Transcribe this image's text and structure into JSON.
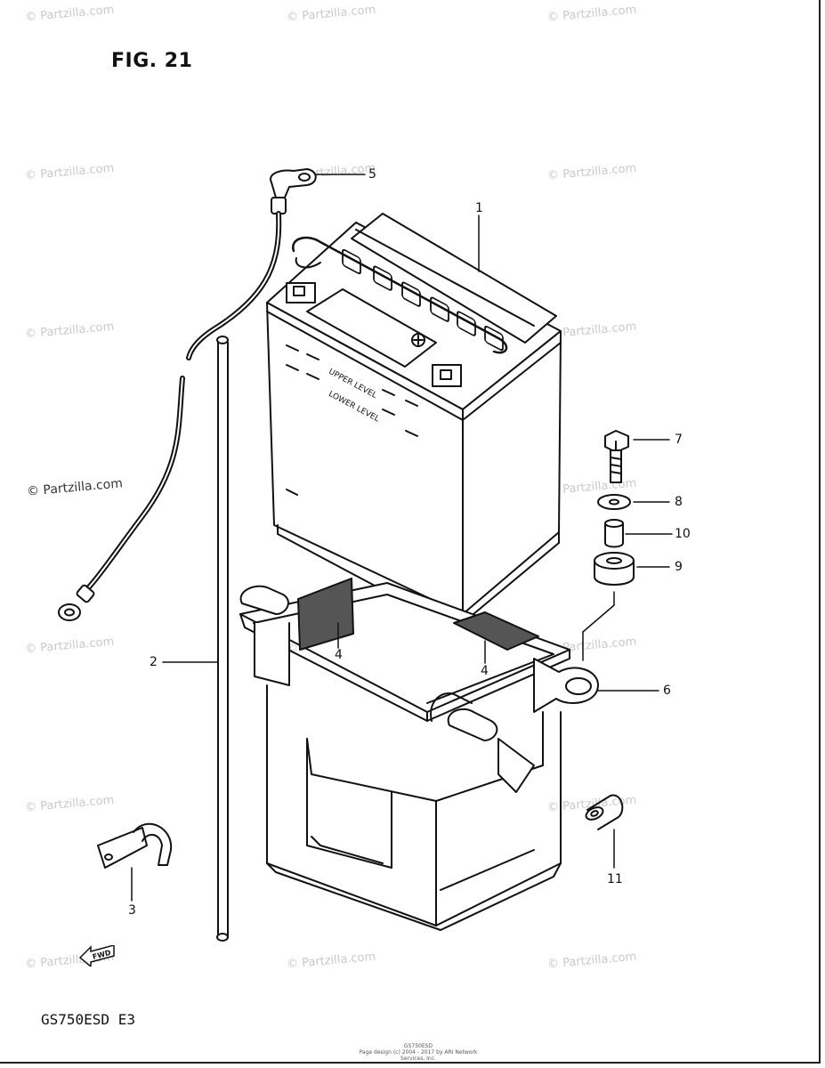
{
  "figure": {
    "title": "FIG. 21",
    "model": "GS750ESD  E3",
    "footer_line1": "GS750ESD",
    "footer_line2": "Page design (c) 2004 - 2017 by ARI Network Services, Inc."
  },
  "watermark": "© Partzilla.com",
  "fwd_label": "FWD",
  "battery_text": {
    "upper": "UPPER LEVEL",
    "lower": "LOWER LEVEL"
  },
  "callouts": [
    {
      "id": "c1",
      "label": "1"
    },
    {
      "id": "c2",
      "label": "2"
    },
    {
      "id": "c3",
      "label": "3"
    },
    {
      "id": "c4a",
      "label": "4"
    },
    {
      "id": "c4b",
      "label": "4"
    },
    {
      "id": "c5",
      "label": "5"
    },
    {
      "id": "c6",
      "label": "6"
    },
    {
      "id": "c7",
      "label": "7"
    },
    {
      "id": "c8",
      "label": "8"
    },
    {
      "id": "c9",
      "label": "9"
    },
    {
      "id": "c10",
      "label": "10"
    },
    {
      "id": "c11",
      "label": "11"
    }
  ]
}
